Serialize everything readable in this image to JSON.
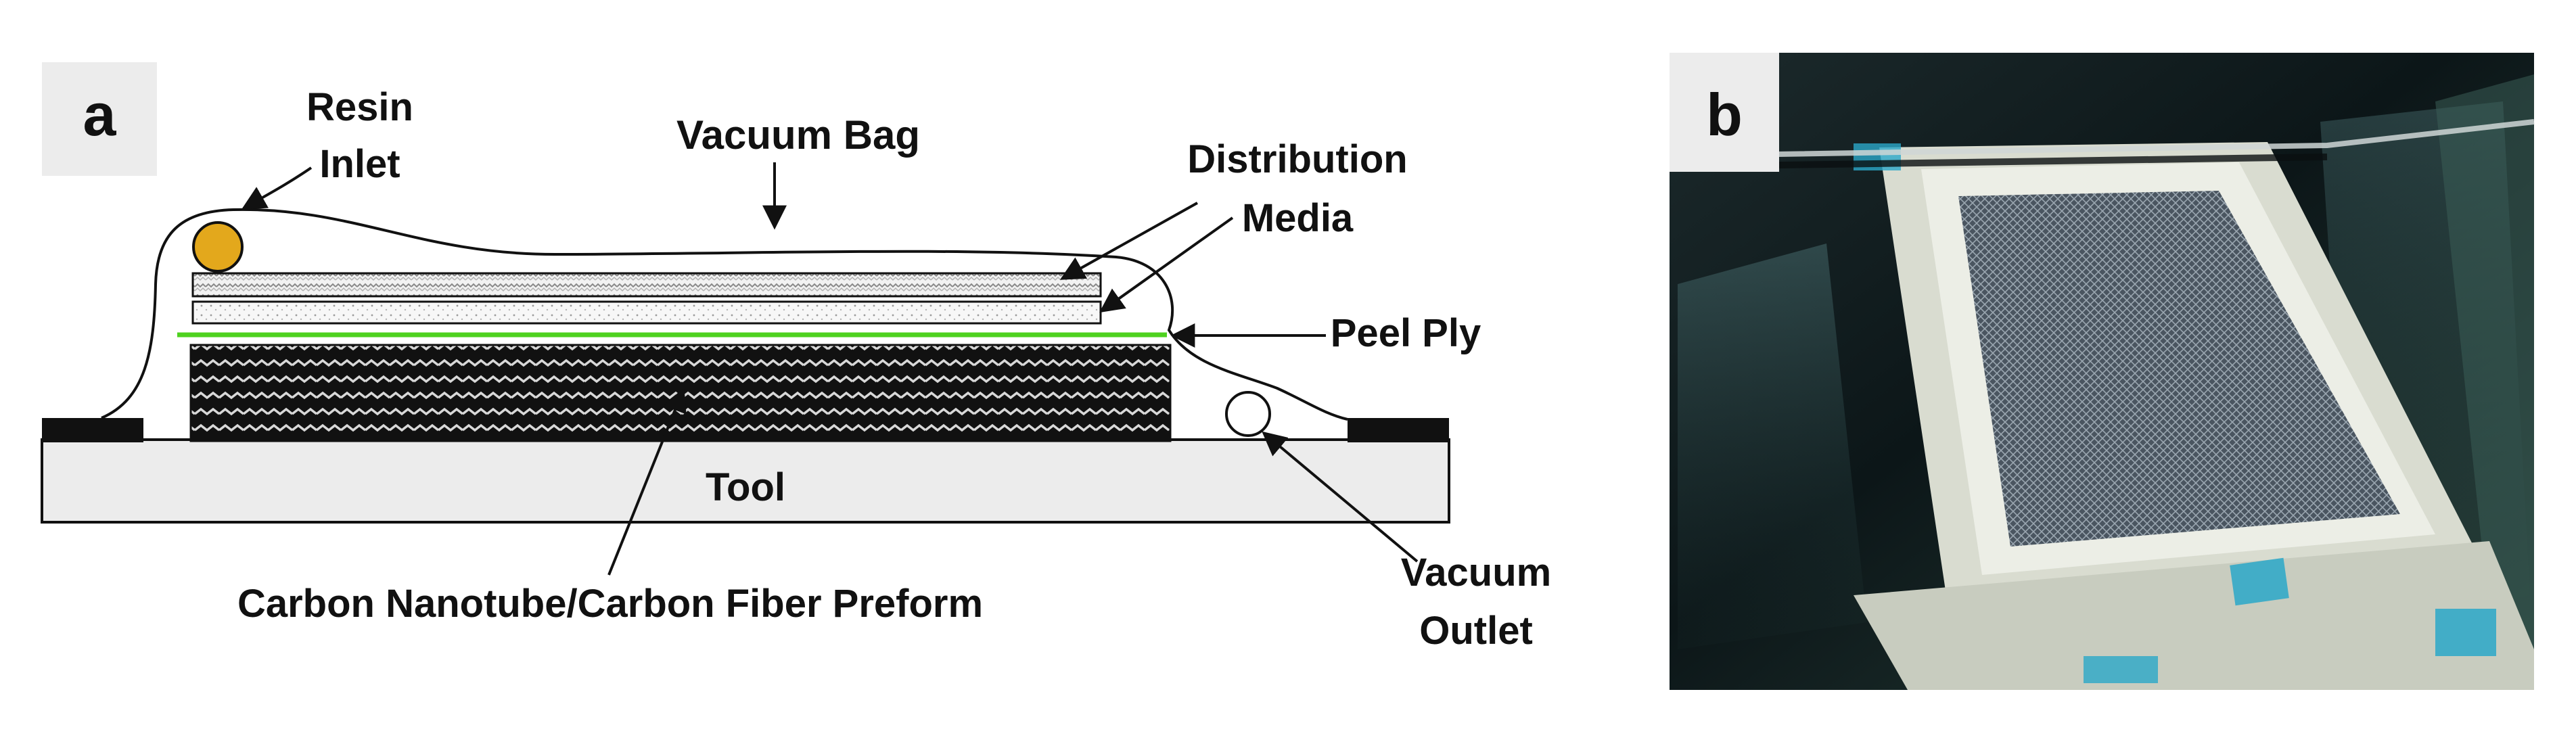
{
  "panels": {
    "a": {
      "tag": "a",
      "labels": {
        "resin_inlet_line1": "Resin",
        "resin_inlet_line2": "Inlet",
        "vacuum_bag": "Vacuum Bag",
        "distribution_media_line1": "Distribution",
        "distribution_media_line2": "Media",
        "peel_ply": "Peel Ply",
        "tool": "Tool",
        "preform": "Carbon Nanotube/Carbon Fiber Preform",
        "vacuum_outlet_line1": "Vacuum",
        "vacuum_outlet_line2": "Outlet"
      }
    },
    "b": {
      "tag": "b"
    }
  },
  "colors": {
    "resin_inlet": "#e3a81c",
    "peel_ply": "#4ed21f",
    "tool_fill": "#ececec",
    "sealant": "#111111",
    "preform": "#111111"
  }
}
